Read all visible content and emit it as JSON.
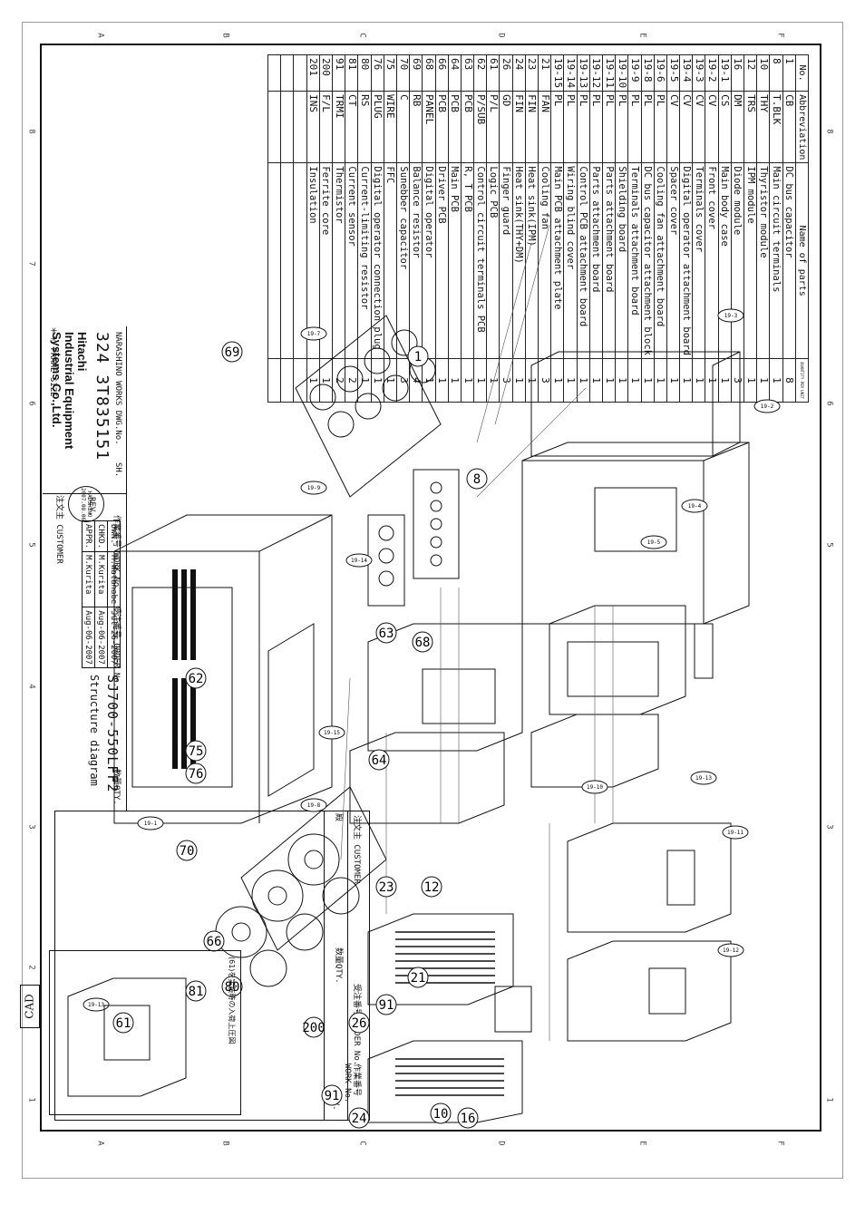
{
  "sheet": {
    "cad_label": "CAD",
    "zones_top": [
      "A",
      "B",
      "C",
      "D",
      "E",
      "F"
    ],
    "zones_side": [
      "8",
      "7",
      "6",
      "5",
      "4",
      "3",
      "2",
      "1"
    ]
  },
  "parts_table": {
    "header": {
      "no": "No.",
      "abbr": "Abbreviation",
      "name": "Name of parts",
      "qty": "QUANTITY PER UNIT"
    },
    "rows": [
      {
        "no": "1",
        "abbr": "CB",
        "name": "DC bus capacitor",
        "qty": "8"
      },
      {
        "no": "8",
        "abbr": "T.BLK",
        "name": "Main circuit terminals",
        "qty": "1"
      },
      {
        "no": "10",
        "abbr": "THY",
        "name": "Thyristor module",
        "qty": "1"
      },
      {
        "no": "12",
        "abbr": "TRS",
        "name": "IPM module",
        "qty": "1"
      },
      {
        "no": "16",
        "abbr": "DM",
        "name": "Diode module",
        "qty": "3"
      },
      {
        "no": "19-1",
        "abbr": "CS",
        "name": "Main body case",
        "qty": "1"
      },
      {
        "no": "19-2",
        "abbr": "CV",
        "name": "Front cover",
        "qty": "1"
      },
      {
        "no": "19-3",
        "abbr": "CV",
        "name": "Terminals cover",
        "qty": "1"
      },
      {
        "no": "19-4",
        "abbr": "CV",
        "name": "Digital operator attachment board",
        "qty": "1"
      },
      {
        "no": "19-5",
        "abbr": "CV",
        "name": "Spacer cover",
        "qty": "1"
      },
      {
        "no": "19-6",
        "abbr": "PL",
        "name": "Cooling fan attachment board",
        "qty": "1"
      },
      {
        "no": "19-8",
        "abbr": "PL",
        "name": "DC bus capacitor attachment block",
        "qty": "1"
      },
      {
        "no": "19-9",
        "abbr": "PL",
        "name": "Terminals attachment board",
        "qty": "1"
      },
      {
        "no": "19-10",
        "abbr": "PL",
        "name": "Shielding board",
        "qty": "1"
      },
      {
        "no": "19-11",
        "abbr": "PL",
        "name": "Parts attachment board",
        "qty": "1"
      },
      {
        "no": "19-12",
        "abbr": "PL",
        "name": "Parts attachment board",
        "qty": "1"
      },
      {
        "no": "19-13",
        "abbr": "PL",
        "name": "Control PCB attachment board",
        "qty": "1"
      },
      {
        "no": "19-14",
        "abbr": "PL",
        "name": "Wiring blind cover",
        "qty": "1"
      },
      {
        "no": "19-15",
        "abbr": "PL",
        "name": "Main PCB attachment plate",
        "qty": "1"
      },
      {
        "no": "21",
        "abbr": "FAN",
        "name": "Cooling fan",
        "qty": "3"
      },
      {
        "no": "23",
        "abbr": "FIN",
        "name": "Heat sink(IPM)",
        "qty": "1"
      },
      {
        "no": "24",
        "abbr": "FIN",
        "name": "Heat sink(THY+DM)",
        "qty": "1"
      },
      {
        "no": "26",
        "abbr": "GD",
        "name": "Finger guard",
        "qty": "3"
      },
      {
        "no": "61",
        "abbr": "P/L",
        "name": "Logic PCB",
        "qty": "1"
      },
      {
        "no": "62",
        "abbr": "P/SUB",
        "name": "Control circuit terminals PCB",
        "qty": "1"
      },
      {
        "no": "63",
        "abbr": "PCB",
        "name": "R, T PCB",
        "qty": "1"
      },
      {
        "no": "64",
        "abbr": "PCB",
        "name": "Main PCB",
        "qty": "1"
      },
      {
        "no": "66",
        "abbr": "PCB",
        "name": "Driver PCB",
        "qty": "1"
      },
      {
        "no": "68",
        "abbr": "PANEL",
        "name": "Digital operator",
        "qty": "1"
      },
      {
        "no": "69",
        "abbr": "RB",
        "name": "Balance resistor",
        "qty": "4"
      },
      {
        "no": "70",
        "abbr": "C",
        "name": "Sunebber capacitor",
        "qty": "3"
      },
      {
        "no": "75",
        "abbr": "WIRE",
        "name": "FFC",
        "qty": "1"
      },
      {
        "no": "76",
        "abbr": "PLUG",
        "name": "Digital operator connection plug",
        "qty": "1"
      },
      {
        "no": "80",
        "abbr": "RS",
        "name": "Current-limiting resistor",
        "qty": "1"
      },
      {
        "no": "81",
        "abbr": "CT",
        "name": "Current sensor",
        "qty": "2"
      },
      {
        "no": "91",
        "abbr": "TRMI",
        "name": "Thermistor",
        "qty": "2"
      },
      {
        "no": "200",
        "abbr": "F/L",
        "name": "Ferrite core",
        "qty": "1"
      },
      {
        "no": "201",
        "abbr": "INS",
        "name": "Insulation",
        "qty": "1"
      },
      {
        "no": "",
        "abbr": "",
        "name": "",
        "qty": ""
      },
      {
        "no": "",
        "abbr": "",
        "name": "",
        "qty": ""
      },
      {
        "no": "",
        "abbr": "",
        "name": "",
        "qty": ""
      }
    ]
  },
  "title_block": {
    "customer_label": "注文主 CUSTOMER",
    "honorific": "殿",
    "qty_label": "数量QTY.",
    "order_label": "受注番号 ORDER No.",
    "work_label": "作業番号 WORK No.",
    "rev_label": "REV.",
    "model": "SJ700-550LFF2",
    "drawing_title": "Structure diagram",
    "dwn_label": "DWN.",
    "dwn_name": "M.Watanabe",
    "dwn_date": "Jul-26-2007",
    "chkd_label": "CHKD.",
    "chkd_name": "M.Kurita",
    "chkd_date": "Aug-06-2007",
    "appr_label": "APPR.",
    "appr_name": "M.Kurita",
    "appr_date": "Aug-06-2007",
    "stamp_text": "HADSHINO 2007.08.06",
    "company_line1": "Hitachi",
    "company_line2": "Industrial Equipment",
    "company_line3": "Systems Co.,Ltd.",
    "works_label": "NARASHINO WORKS DWG.No.",
    "dwg_no": "324 3T835151",
    "sh_label": "SH.",
    "frame_size": "＊＊ FRAME SIZE"
  },
  "drawing": {
    "balloons": [
      "1",
      "8",
      "69",
      "63",
      "68",
      "62",
      "75",
      "76",
      "64",
      "70",
      "12",
      "23",
      "66",
      "81",
      "200",
      "80",
      "16",
      "10",
      "91",
      "24",
      "91",
      "26",
      "21",
      "61"
    ],
    "tags": [
      "19-3",
      "19-2",
      "19-4",
      "19-5",
      "19-7",
      "19-9",
      "19-14",
      "19-15",
      "19-13",
      "19-10",
      "19-11",
      "19-12",
      "19-8",
      "19-1",
      "19-13"
    ],
    "inset_title": "(61)を実装時の入荷上圧図"
  }
}
